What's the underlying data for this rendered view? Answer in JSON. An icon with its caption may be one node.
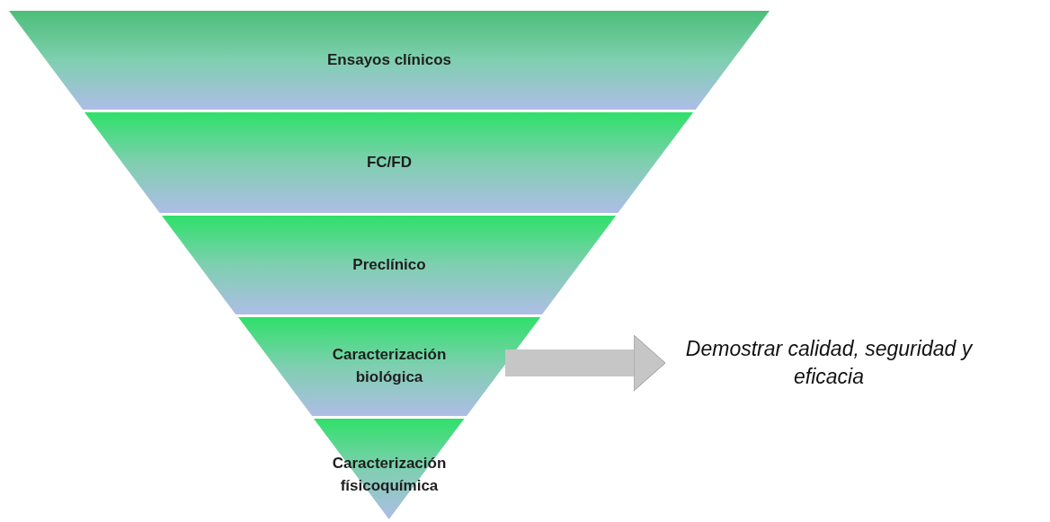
{
  "diagram": {
    "nodes": [
      {
        "text": [
          "Ensayos clínicos"
        ]
      },
      {
        "text": [
          "FC/FD"
        ]
      },
      {
        "text": [
          "Preclínico"
        ]
      },
      {
        "text": [
          "Caracterización biológica"
        ]
      },
      {
        "text": [
          "Caracterización físicoquímica"
        ]
      },
      {
        "text": [
          "Demostrar calidad, seguridad y eficacia"
        ]
      }
    ],
    "edges": [
      {
        "from": 3,
        "to": 5,
        "arrow": "to"
      }
    ]
  }
}
